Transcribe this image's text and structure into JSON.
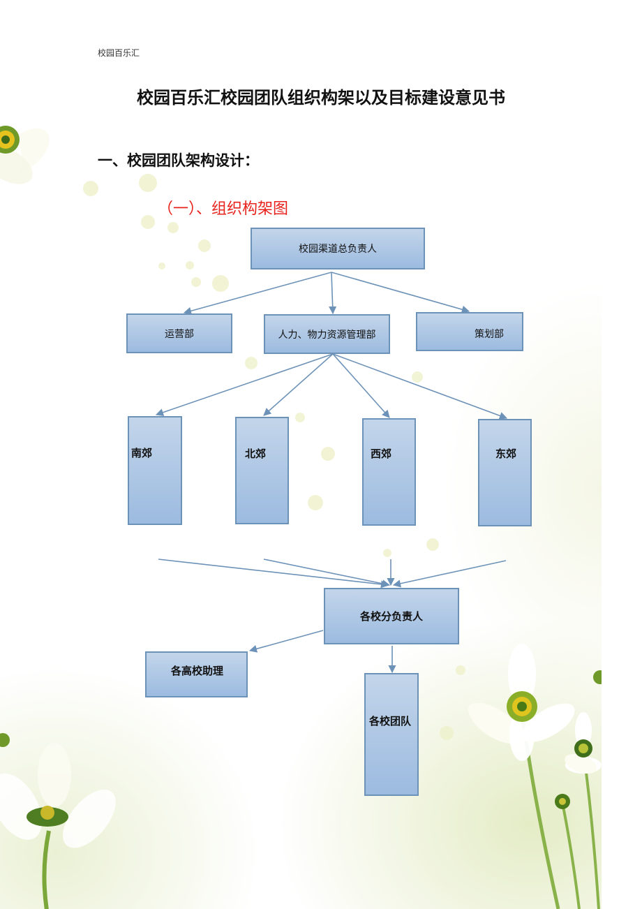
{
  "header": {
    "text": "校园百乐汇"
  },
  "document": {
    "title": "校园百乐汇校园团队组织构架以及目标建设意见书",
    "section_heading": "一、校园团队架构设计：",
    "subsection_heading": "（一）、组织构架图"
  },
  "org_chart": {
    "top": "校园渠道总负责人",
    "departments": [
      "运营部",
      "人力、物力资源管理部",
      "策划部"
    ],
    "regions": [
      "南郊",
      "北郊",
      "西郊",
      "东郊"
    ],
    "school_head": "各校分负责人",
    "assistant": "各高校助理",
    "teams": "各校团队"
  },
  "colors": {
    "box_fill_top": "#c3d5ea",
    "box_fill_bottom": "#9cbbe0",
    "box_border": "#6d92b8",
    "arrow": "#6d92b8",
    "subsection_heading": "#e8231d"
  }
}
